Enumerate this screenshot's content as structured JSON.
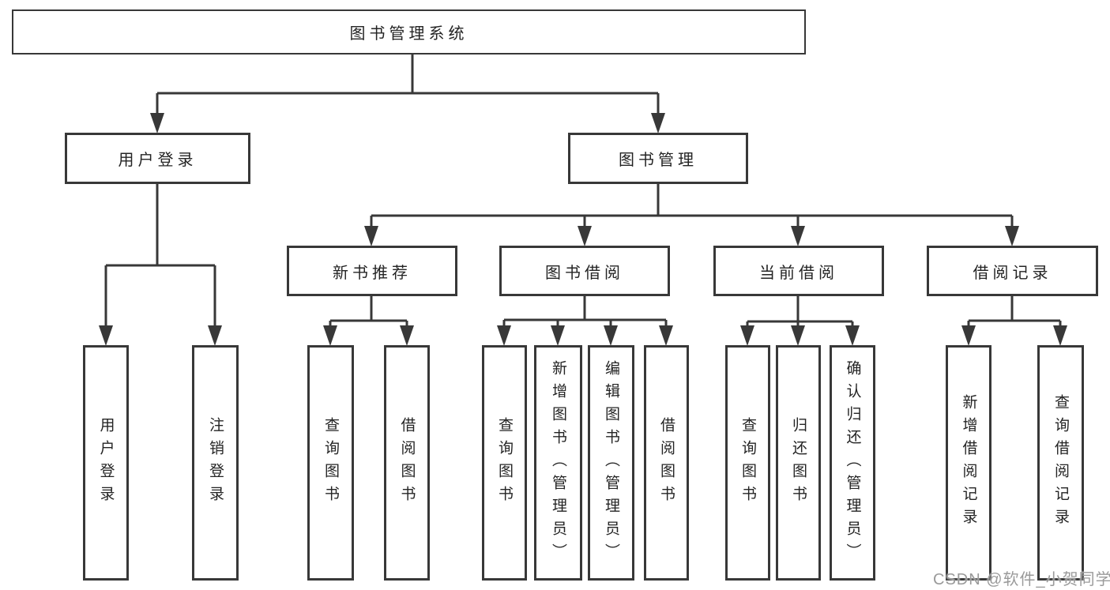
{
  "diagram": {
    "root": {
      "label": "图书管理系统"
    },
    "level2": [
      {
        "label": "用户登录"
      },
      {
        "label": "图书管理"
      }
    ],
    "level3": [
      {
        "label": "新书推荐"
      },
      {
        "label": "图书借阅"
      },
      {
        "label": "当前借阅"
      },
      {
        "label": "借阅记录"
      }
    ],
    "leaves": {
      "user_login": [
        "用户登录",
        "注销登录"
      ],
      "new_book_recommend": [
        "查询图书",
        "借阅图书"
      ],
      "book_borrow": [
        "查询图书",
        "新增图书（管理员）",
        "编辑图书（管理员）",
        "借阅图书"
      ],
      "current_borrow": [
        "查询图书",
        "归还图书",
        "确认归还（管理员）"
      ],
      "borrow_records": [
        "新增借阅记录",
        "查询借阅记录"
      ]
    },
    "colors": {
      "line": "#383838",
      "text": "#242424",
      "watermark": "#9a9a9a",
      "background": "#ffffff"
    },
    "watermark": "CSDN @软件_小贺同学"
  }
}
